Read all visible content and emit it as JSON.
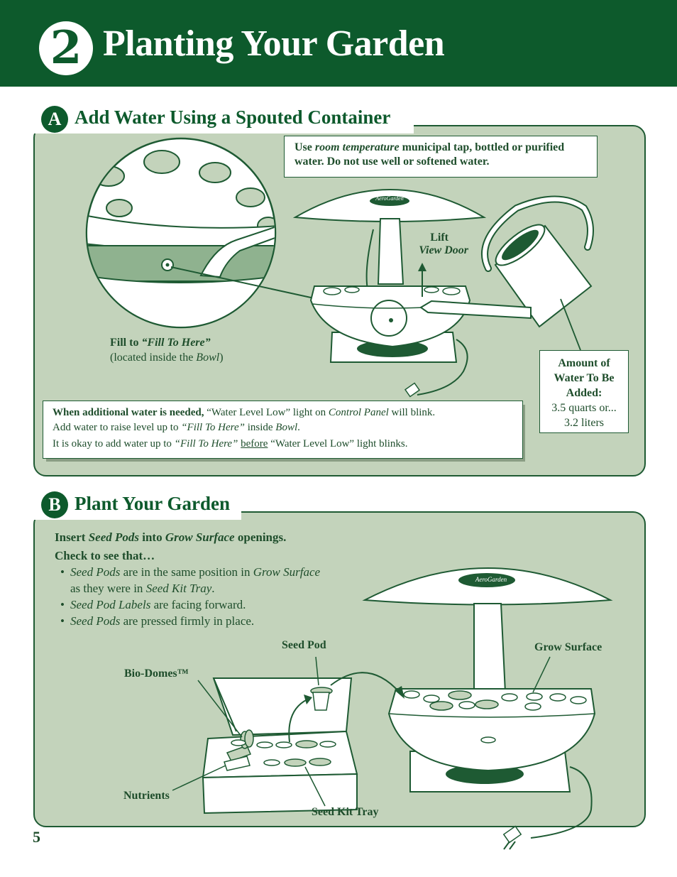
{
  "header": {
    "step_number": "2",
    "title": "Planting Your Garden"
  },
  "section_a": {
    "letter": "A",
    "title": "Add Water Using a Spouted Container",
    "water_note": {
      "part1": "Use ",
      "part2_italic": "room temperature",
      "part3": " municipal tap, bottled or purified water. Do not use well or softened water."
    },
    "lift_label": "Lift",
    "view_door_label": "View Door",
    "fill_label": {
      "prefix": "Fill to ",
      "fill_here_italic": "“Fill To Here”",
      "located_prefix": "(located inside the ",
      "bowl_italic": "Bowl",
      "located_suffix": ")"
    },
    "amount_box": {
      "line1": "Amount of",
      "line2": "Water To Be",
      "line3": "Added:",
      "line4": "3.5 quarts or...",
      "line5": "3.2 liters"
    },
    "additional_box": {
      "bold_lead": "When additional water is needed,",
      "text1": " “Water Level Low” light on ",
      "control_panel_italic": "Control Panel",
      "text2": " will blink.",
      "line2_text1": "Add water to raise level up to ",
      "line2_fill_italic": "“Fill To Here”",
      "line2_text2": " inside ",
      "line2_bowl_italic": "Bowl",
      "line2_text3": ".",
      "line3_text1": "It is okay to add water up to ",
      "line3_fill_italic": "“Fill To Here”",
      "line3_space": " ",
      "line3_before_underline": "before",
      "line3_text2": " “Water Level Low” light blinks."
    },
    "brand_logo": "AeroGarden"
  },
  "section_b": {
    "letter": "B",
    "title": "Plant Your Garden",
    "instruction": {
      "insert_text": "Insert ",
      "seed_pods_italic": "Seed Pods",
      "into_text": " into ",
      "grow_surface_italic": "Grow Surface",
      "openings_text": " openings.",
      "check_text": "Check to see that…"
    },
    "bullets": [
      {
        "italic1": "Seed Pods",
        "text1": " are in the same position in ",
        "italic2": "Grow Surface",
        "text2": " as they were in ",
        "italic3": "Seed Kit Tray",
        "text3": "."
      },
      {
        "italic1": "Seed Pod Labels",
        "text1": " are facing forward."
      },
      {
        "italic1": "Seed Pods",
        "text1": " are pressed firmly in place."
      }
    ],
    "labels": {
      "seed_pod": "Seed Pod",
      "grow_surface": "Grow Surface",
      "bio_domes": "Bio-Domes™",
      "nutrients": "Nutrients",
      "seed_kit_tray": "Seed Kit Tray"
    },
    "brand_logo": "AeroGarden"
  },
  "footer": {
    "page_number": "5"
  }
}
